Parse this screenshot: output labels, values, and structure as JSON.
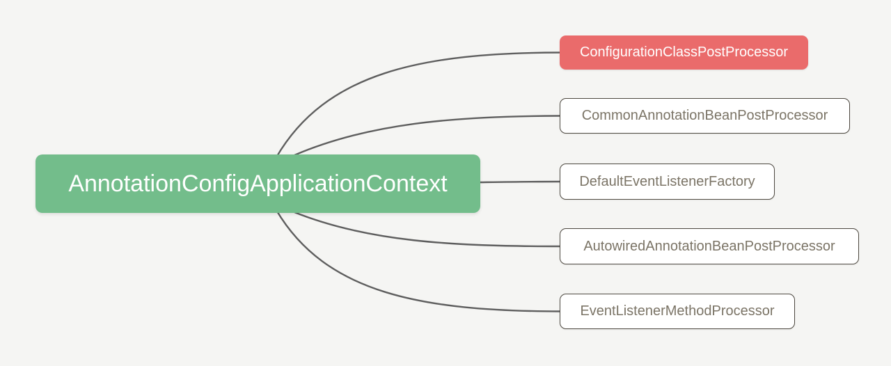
{
  "colors": {
    "canvas-bg": "#f5f5f3",
    "root-bg": "#73bd8b",
    "root-text": "#ffffff",
    "highlight-bg": "#ea6b6b",
    "highlight-text": "#ffffff",
    "leaf-bg": "#ffffff",
    "leaf-border": "#4c473f",
    "leaf-text": "#7b7466",
    "connector": "#5e5e5e"
  },
  "mindmap": {
    "root": {
      "label": "AnnotationConfigApplicationContext"
    },
    "children": [
      {
        "label": "ConfigurationClassPostProcessor"
      },
      {
        "label": "CommonAnnotationBeanPostProcessor"
      },
      {
        "label": "DefaultEventListenerFactory"
      },
      {
        "label": "AutowiredAnnotationBeanPostProcessor"
      },
      {
        "label": "EventListenerMethodProcessor"
      }
    ]
  }
}
